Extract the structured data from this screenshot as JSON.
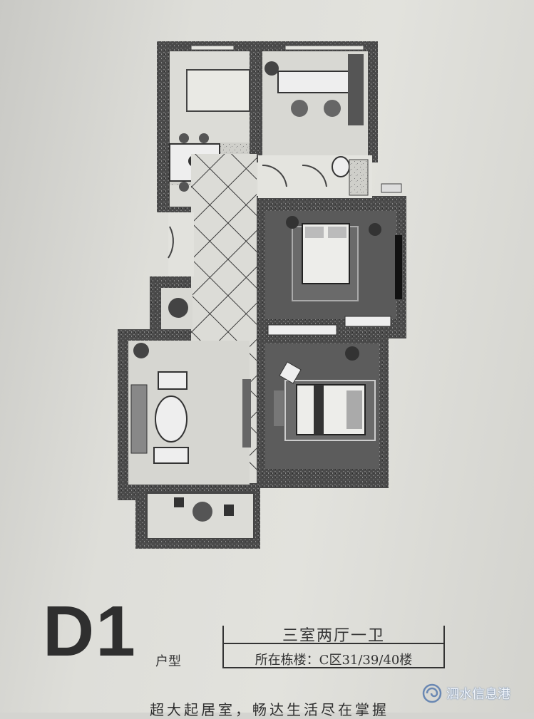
{
  "unit": {
    "code": "D1",
    "suffix": "户型"
  },
  "info": {
    "layout": "三室两厅一卫",
    "building": "所在栋楼：C区31/39/40楼"
  },
  "slogan": "超大起居室，畅达生活尽在掌握",
  "watermark": {
    "text": "泗水信息港",
    "icon": "swirl-logo-icon"
  },
  "colors": {
    "paper": "#dededa",
    "ink": "#2f2f2f",
    "wall": "#3a3a3a",
    "carpet": "#5a5a5a",
    "watermark": "#6a88b3"
  }
}
